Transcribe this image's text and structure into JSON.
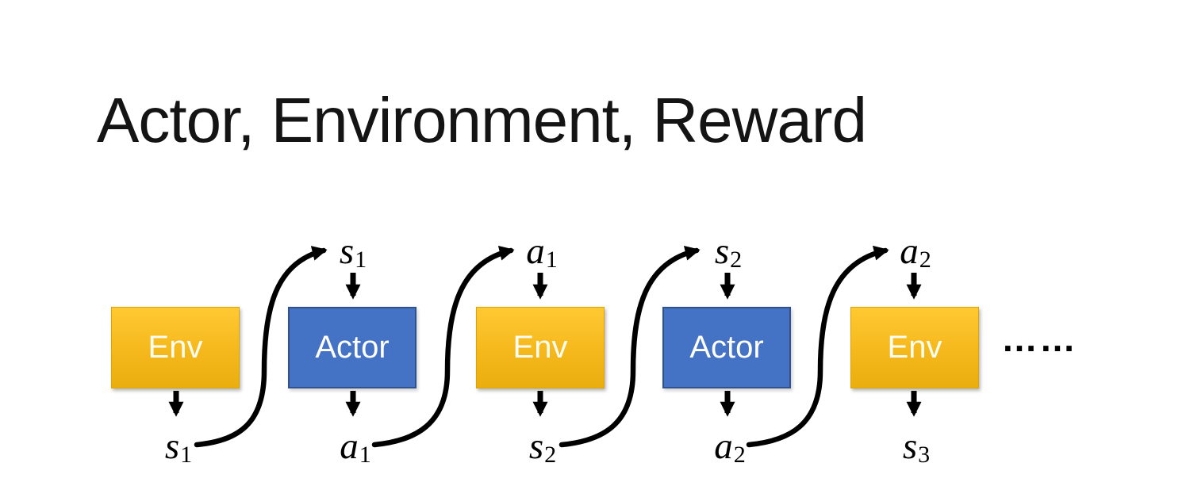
{
  "title": "Actor, Environment, Reward",
  "diagram": {
    "boxes": [
      {
        "label": "Env",
        "type": "environment"
      },
      {
        "label": "Actor",
        "type": "actor"
      },
      {
        "label": "Env",
        "type": "environment"
      },
      {
        "label": "Actor",
        "type": "actor"
      },
      {
        "label": "Env",
        "type": "environment"
      }
    ],
    "top_labels": [
      {
        "base": "s",
        "sub": "1"
      },
      {
        "base": "a",
        "sub": "1"
      },
      {
        "base": "s",
        "sub": "2"
      },
      {
        "base": "a",
        "sub": "2"
      }
    ],
    "bottom_labels": [
      {
        "base": "s",
        "sub": "1"
      },
      {
        "base": "a",
        "sub": "1"
      },
      {
        "base": "s",
        "sub": "2"
      },
      {
        "base": "a",
        "sub": "2"
      },
      {
        "base": "s",
        "sub": "3"
      }
    ],
    "ellipsis": "……",
    "connections": {
      "curved_arrows": [
        {
          "from": "s1-bottom-of-env1",
          "to": "s1-top-of-actor1"
        },
        {
          "from": "a1-bottom-of-actor1",
          "to": "a1-top-of-env2"
        },
        {
          "from": "s2-bottom-of-env2",
          "to": "s2-top-of-actor2"
        },
        {
          "from": "a2-bottom-of-actor2",
          "to": "a2-top-of-env3"
        }
      ],
      "down_arrows": [
        {
          "from": "s1-label",
          "to": "actor1"
        },
        {
          "from": "a1-label",
          "to": "env2"
        },
        {
          "from": "s2-label",
          "to": "actor2"
        },
        {
          "from": "a2-label",
          "to": "env3"
        },
        {
          "from": "env1",
          "to": "s1-label"
        },
        {
          "from": "actor1",
          "to": "a1-label"
        },
        {
          "from": "env2",
          "to": "s2-label"
        },
        {
          "from": "actor2",
          "to": "a2-label"
        },
        {
          "from": "env3",
          "to": "s3-label"
        }
      ]
    }
  },
  "colors": {
    "env_fill_top": "#FFC933",
    "env_fill_bottom": "#EAAE0F",
    "env_border": "#DCA302",
    "actor_fill": "#4472C4",
    "actor_border": "#2F528F",
    "box_text": "#FFFFFF",
    "arrow": "#000000",
    "title_text": "#141414",
    "background": "#FFFFFF"
  }
}
